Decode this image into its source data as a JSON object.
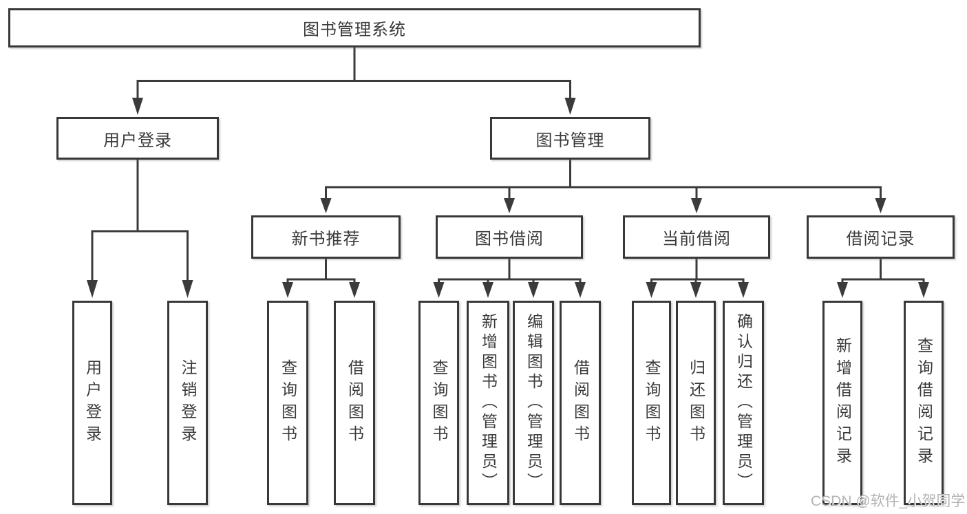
{
  "tree": {
    "label": "图书管理系统",
    "children": [
      {
        "label": "用户登录",
        "children": [
          {
            "label": "用户登录"
          },
          {
            "label": "注销登录"
          }
        ]
      },
      {
        "label": "图书管理",
        "children": [
          {
            "label": "新书推荐",
            "children": [
              {
                "label": "查询图书"
              },
              {
                "label": "借阅图书"
              }
            ]
          },
          {
            "label": "图书借阅",
            "children": [
              {
                "label": "查询图书"
              },
              {
                "label": "新增图书（管理员）"
              },
              {
                "label": "编辑图书（管理员）"
              },
              {
                "label": "借阅图书"
              }
            ]
          },
          {
            "label": "当前借阅",
            "children": [
              {
                "label": "查询图书"
              },
              {
                "label": "归还图书"
              },
              {
                "label": "确认归还（管理员）"
              }
            ]
          },
          {
            "label": "借阅记录",
            "children": [
              {
                "label": "新增借阅记录"
              },
              {
                "label": "查询借阅记录"
              }
            ]
          }
        ]
      }
    ]
  },
  "watermark": "CSDN @软件_小贺同学",
  "colors": {
    "line": "#3b3b3b",
    "text": "#3a3a3a",
    "watermark": "#b4b4b4",
    "background": "#ffffff"
  }
}
